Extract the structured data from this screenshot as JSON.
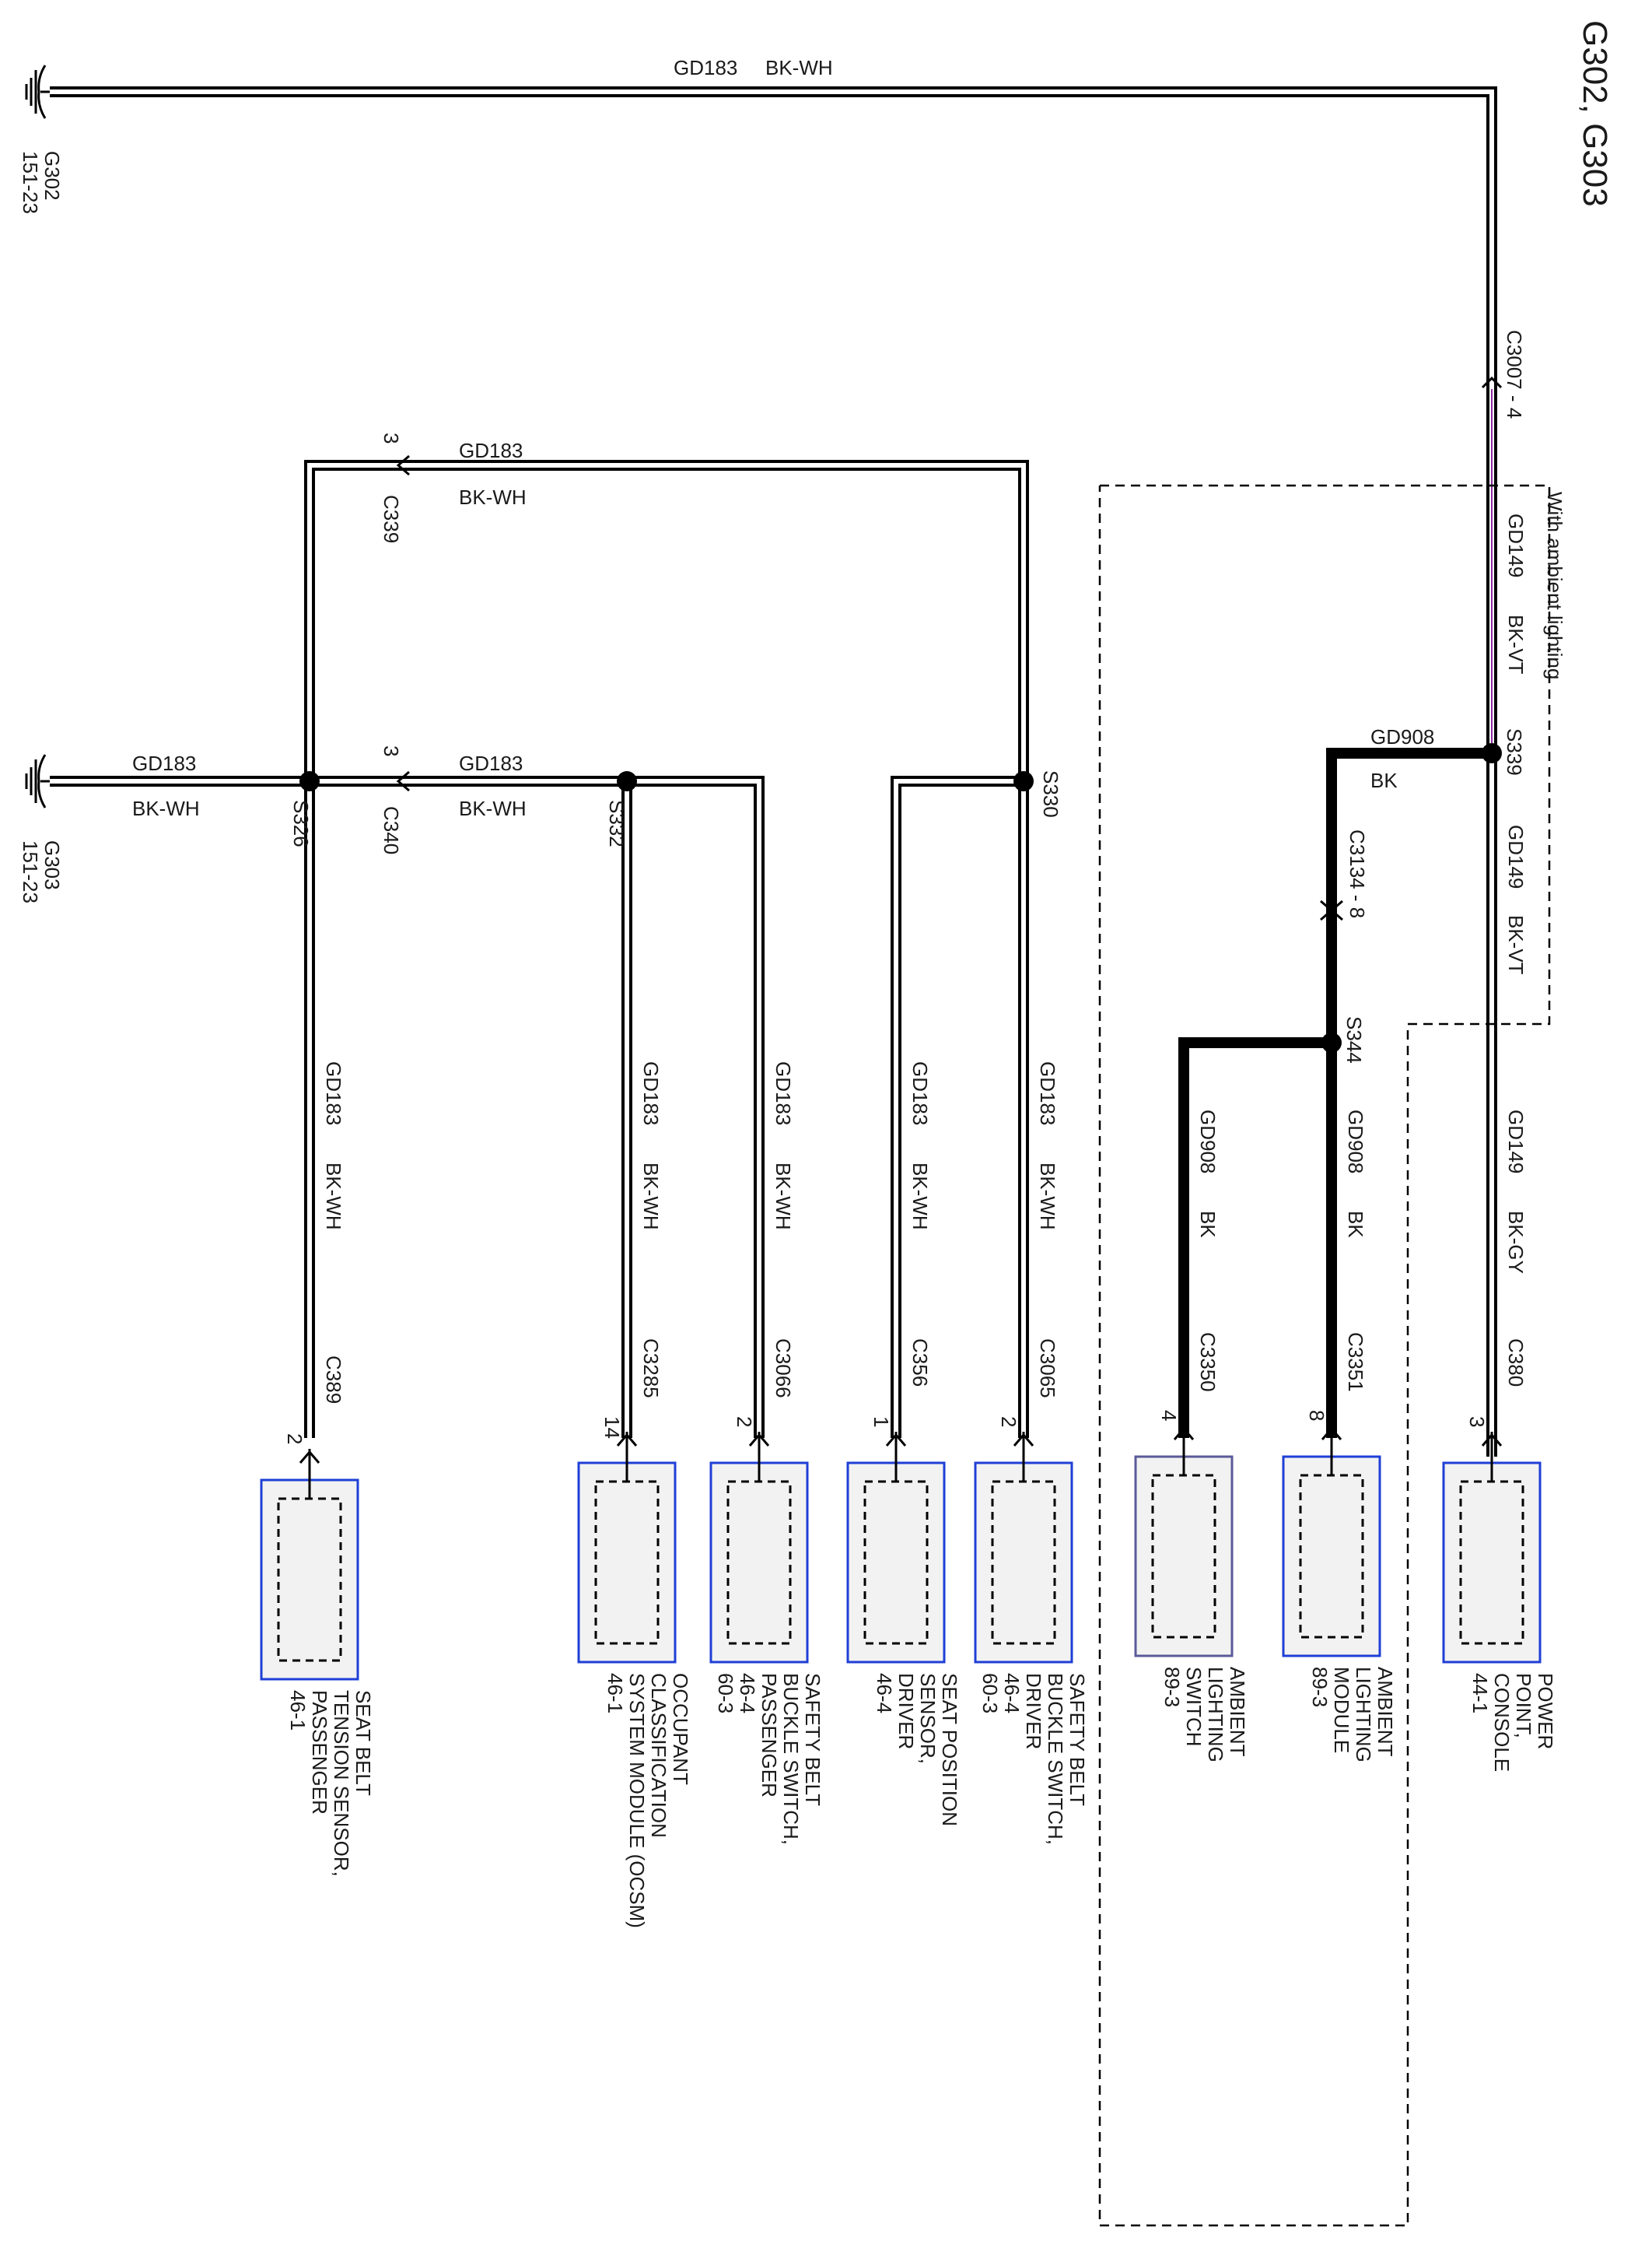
{
  "title": "G302, G303",
  "grounds": {
    "g302": {
      "name": "G302",
      "page": "151-23"
    },
    "g303": {
      "name": "G303",
      "page": "151-23"
    }
  },
  "wires": {
    "top": {
      "circuit": "GD183",
      "color": "BK-WH"
    },
    "c339_run": {
      "circuit": "GD183",
      "color": "BK-WH"
    },
    "c340_run": {
      "circuit": "GD183",
      "color": "BK-WH"
    },
    "g303_run": {
      "circuit": "GD183",
      "color": "BK-WH"
    },
    "gd149_upper": {
      "circuit": "GD149",
      "color": "BK-VT"
    },
    "gd149_mid": {
      "circuit": "GD149",
      "color": "BK-VT"
    },
    "gd149_lower": {
      "circuit": "GD149",
      "color": "BK-GY"
    },
    "gd908_top": {
      "circuit": "GD908",
      "color": "BK"
    },
    "drop_seatbelt_tension": {
      "circuit": "GD183",
      "color": "BK-WH"
    },
    "drop_ocsm": {
      "circuit": "GD183",
      "color": "BK-WH"
    },
    "drop_buckle_pass": {
      "circuit": "GD183",
      "color": "BK-WH"
    },
    "drop_seat_pos": {
      "circuit": "GD183",
      "color": "BK-WH"
    },
    "drop_buckle_drv": {
      "circuit": "GD183",
      "color": "BK-WH"
    },
    "drop_amb_switch": {
      "circuit": "GD908",
      "color": "BK"
    },
    "drop_amb_module": {
      "circuit": "GD908",
      "color": "BK"
    }
  },
  "splices": {
    "s326": "S326",
    "s332": "S332",
    "s330": "S330",
    "s339": "S339",
    "s344": "S344"
  },
  "connectors": {
    "c339": {
      "name": "C339",
      "pin": "3"
    },
    "c340": {
      "name": "C340",
      "pin": "3"
    },
    "c3007": "C3007  -  4",
    "c3134": "C3134  -  8"
  },
  "option_label": "With ambient lighting",
  "components": [
    {
      "id": "seatbelt_tension",
      "connector": "C389",
      "pin": "2",
      "lines": [
        "SEAT BELT",
        "TENSION SENSOR,",
        "PASSENGER",
        "46-1"
      ]
    },
    {
      "id": "ocsm",
      "connector": "C3285",
      "pin": "14",
      "lines": [
        "OCCUPANT",
        "CLASSIFICATION",
        "SYSTEM MODULE (OCSM)",
        "46-1"
      ]
    },
    {
      "id": "buckle_pass",
      "connector": "C3066",
      "pin": "2",
      "lines": [
        "SAFETY BELT",
        "BUCKLE SWITCH,",
        "PASSENGER",
        "46-4",
        "60-3"
      ]
    },
    {
      "id": "seat_pos",
      "connector": "C356",
      "pin": "1",
      "lines": [
        "SEAT POSITION",
        "SENSOR,",
        "DRIVER",
        "46-4"
      ]
    },
    {
      "id": "buckle_drv",
      "connector": "C3065",
      "pin": "2",
      "lines": [
        "SAFETY BELT",
        "BUCKLE SWITCH,",
        "DRIVER",
        "46-4",
        "60-3"
      ]
    },
    {
      "id": "amb_switch",
      "connector": "C3350",
      "pin": "4",
      "lines": [
        "AMBIENT",
        "LIGHTING",
        "SWITCH",
        "89-3"
      ]
    },
    {
      "id": "amb_module",
      "connector": "C3351",
      "pin": "8",
      "lines": [
        "AMBIENT",
        "LIGHTING",
        "MODULE",
        "89-3"
      ]
    },
    {
      "id": "power_point",
      "connector": "C380",
      "pin": "3",
      "lines": [
        "POWER",
        "POINT,",
        "CONSOLE",
        "44-1"
      ]
    }
  ],
  "colors": {
    "wire_outline": "#000000",
    "wire_core": "#ffffff",
    "violet_stripe": "#8b2fa0",
    "component_fill": "#f2f2f2",
    "component_border_blue": "#1f3fd6"
  }
}
